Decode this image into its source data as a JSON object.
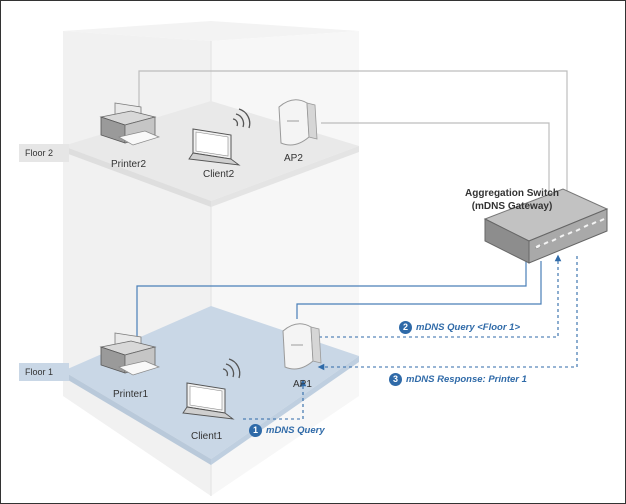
{
  "floors": {
    "floor2": "Floor 2",
    "floor1": "Floor 1"
  },
  "devices": {
    "printer2": "Printer2",
    "client2": "Client2",
    "ap2": "AP2",
    "printer1": "Printer1",
    "client1": "Client1",
    "ap1": "AP1"
  },
  "switch": {
    "line1": "Aggregation Switch",
    "line2": "(mDNS Gateway)"
  },
  "steps": [
    {
      "num": "1",
      "text": "mDNS Query"
    },
    {
      "num": "2",
      "text": "mDNS Query <Floor 1>"
    },
    {
      "num": "3",
      "text": "mDNS Response: Printer 1"
    }
  ],
  "colors": {
    "accent": "#2f6aa8",
    "floor1": "#c9d7e6",
    "building": "#eeeeee",
    "link": "#4a7fb8",
    "floor2link": "#bbbbbb"
  }
}
